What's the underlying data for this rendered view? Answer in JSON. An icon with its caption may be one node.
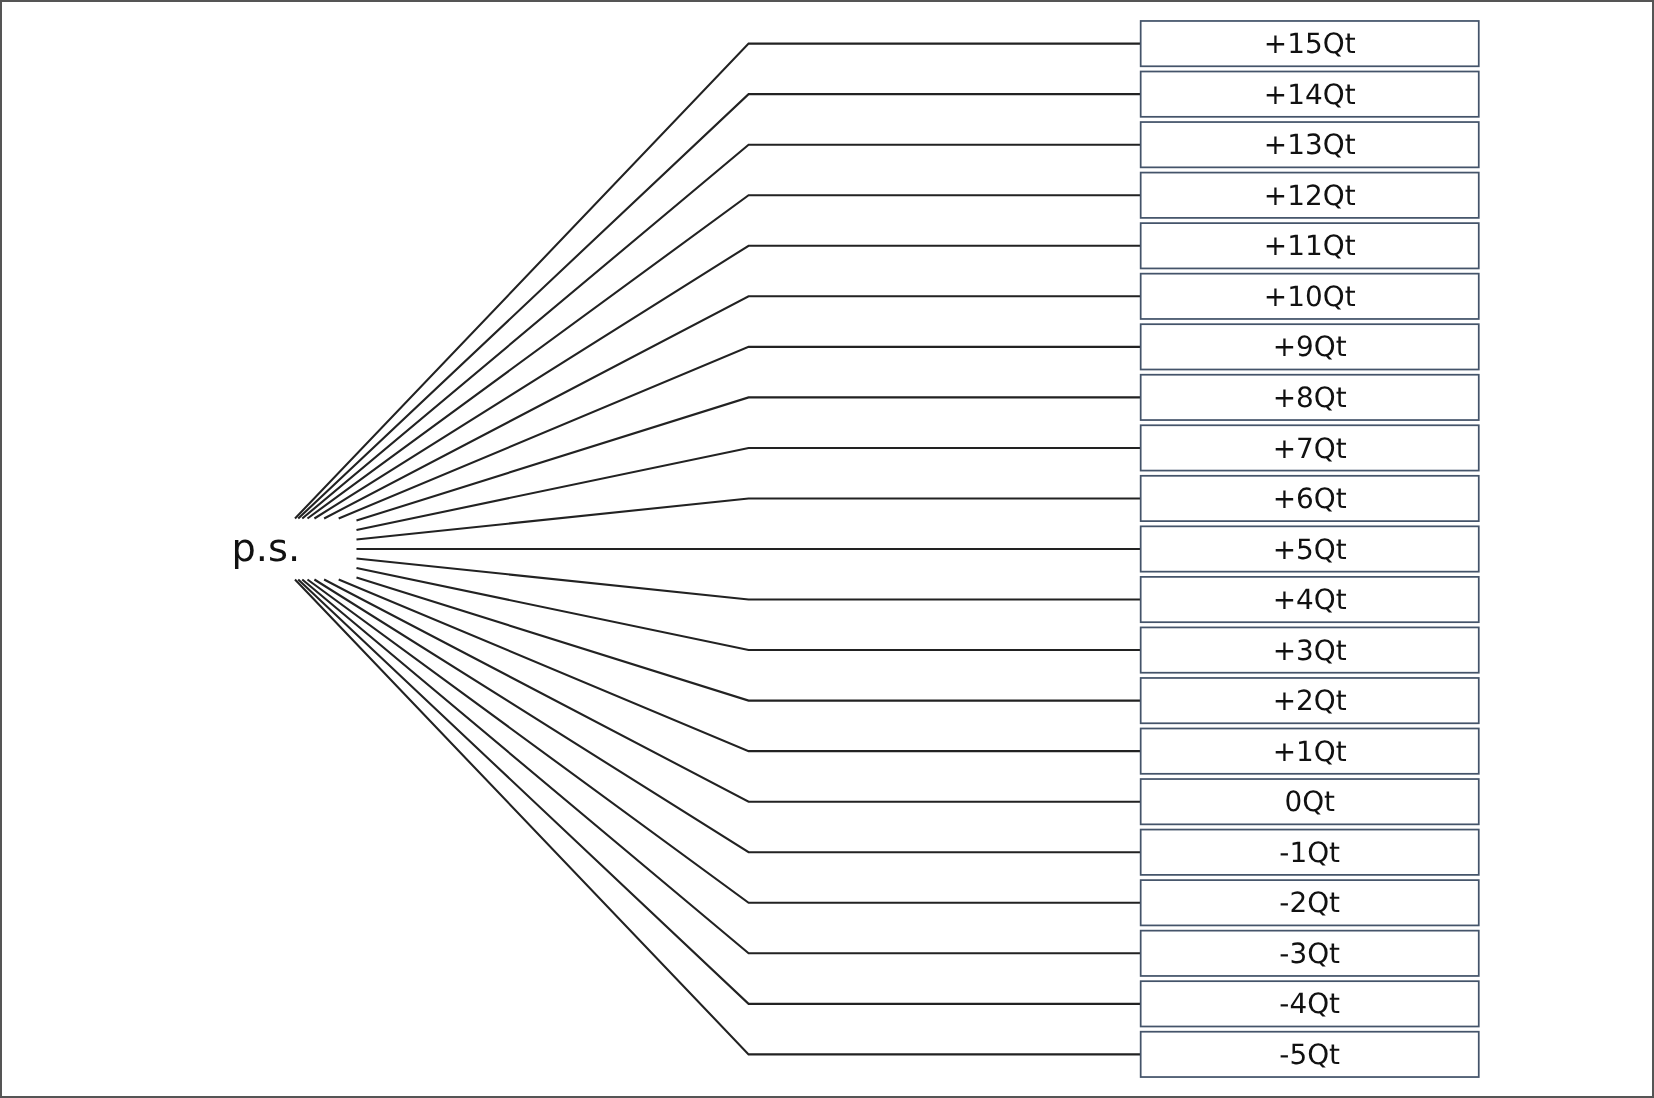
{
  "diagram": {
    "nodes": [
      {
        "text": [
          "p.s."
        ]
      },
      {
        "text": [
          "+15Qt"
        ]
      },
      {
        "text": [
          "+14Qt"
        ]
      },
      {
        "text": [
          "+13Qt"
        ]
      },
      {
        "text": [
          "+12Qt"
        ]
      },
      {
        "text": [
          "+11Qt"
        ]
      },
      {
        "text": [
          "+10Qt"
        ]
      },
      {
        "text": [
          "+9Qt"
        ]
      },
      {
        "text": [
          "+8Qt"
        ]
      },
      {
        "text": [
          "+7Qt"
        ]
      },
      {
        "text": [
          "+6Qt"
        ]
      },
      {
        "text": [
          "+5Qt"
        ]
      },
      {
        "text": [
          "+4Qt"
        ]
      },
      {
        "text": [
          "+3Qt"
        ]
      },
      {
        "text": [
          "+2Qt"
        ]
      },
      {
        "text": [
          "+1Qt"
        ]
      },
      {
        "text": [
          "0Qt"
        ]
      },
      {
        "text": [
          "-1Qt"
        ]
      },
      {
        "text": [
          "-2Qt"
        ]
      },
      {
        "text": [
          "-3Qt"
        ]
      },
      {
        "text": [
          "-4Qt"
        ]
      },
      {
        "text": [
          "-5Qt"
        ]
      }
    ],
    "edges": [
      {
        "from": 0,
        "to": 1,
        "arrow": "none"
      },
      {
        "from": 0,
        "to": 2,
        "arrow": "none"
      },
      {
        "from": 0,
        "to": 3,
        "arrow": "none"
      },
      {
        "from": 0,
        "to": 4,
        "arrow": "none"
      },
      {
        "from": 0,
        "to": 5,
        "arrow": "none"
      },
      {
        "from": 0,
        "to": 6,
        "arrow": "none"
      },
      {
        "from": 0,
        "to": 7,
        "arrow": "none"
      },
      {
        "from": 0,
        "to": 8,
        "arrow": "none"
      },
      {
        "from": 0,
        "to": 9,
        "arrow": "none"
      },
      {
        "from": 0,
        "to": 10,
        "arrow": "none"
      },
      {
        "from": 0,
        "to": 11,
        "arrow": "none"
      },
      {
        "from": 0,
        "to": 12,
        "arrow": "none"
      },
      {
        "from": 0,
        "to": 13,
        "arrow": "none"
      },
      {
        "from": 0,
        "to": 14,
        "arrow": "none"
      },
      {
        "from": 0,
        "to": 15,
        "arrow": "none"
      },
      {
        "from": 0,
        "to": 16,
        "arrow": "none"
      },
      {
        "from": 0,
        "to": 17,
        "arrow": "none"
      },
      {
        "from": 0,
        "to": 18,
        "arrow": "none"
      },
      {
        "from": 0,
        "to": 19,
        "arrow": "none"
      },
      {
        "from": 0,
        "to": 20,
        "arrow": "none"
      },
      {
        "from": 0,
        "to": 21,
        "arrow": "none"
      }
    ]
  }
}
